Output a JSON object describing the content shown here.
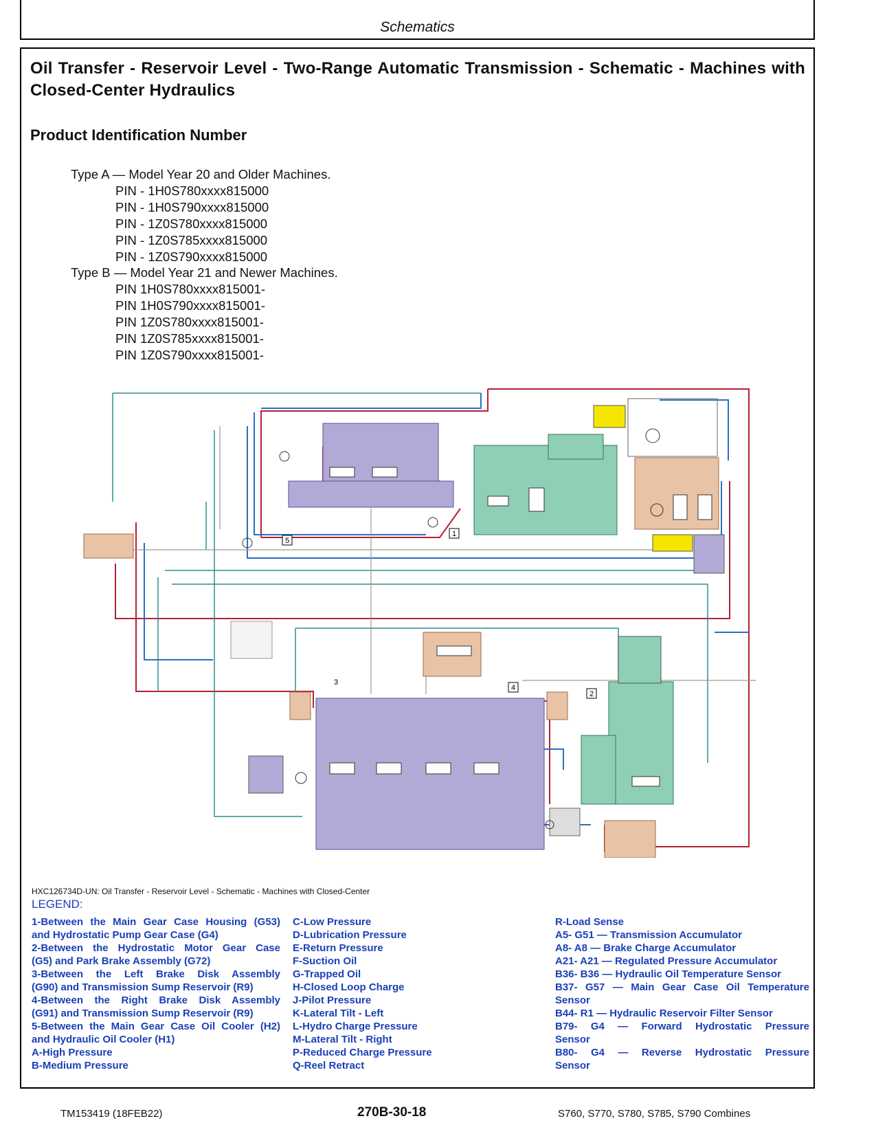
{
  "header": {
    "title": "Schematics"
  },
  "doc_title": "Oil Transfer - Reservoir Level - Two-Range Automatic Transmission - Schematic - Machines with Closed-Center Hydraulics",
  "section_title": "Product Identification Number",
  "pin_groups": [
    {
      "type": "Type A — Model Year 20 and Older Machines.",
      "pins": [
        "PIN - 1H0S780xxxx815000",
        "PIN - 1H0S790xxxx815000",
        "PIN - 1Z0S780xxxx815000",
        "PIN - 1Z0S785xxxx815000",
        "PIN - 1Z0S790xxxx815000"
      ]
    },
    {
      "type": "Type B — Model Year 21 and Newer Machines.",
      "pins": [
        "PIN 1H0S780xxxx815001-",
        "PIN 1H0S790xxxx815001-",
        "PIN 1Z0S780xxxx815001-",
        "PIN 1Z0S785xxxx815001-",
        "PIN 1Z0S790xxxx815001-"
      ]
    }
  ],
  "schematic": {
    "callouts": [
      "1",
      "2",
      "3",
      "4",
      "5"
    ],
    "colors": {
      "purple": "#b2aad6",
      "green": "#8fcfb5",
      "tan": "#e9c3a5",
      "red": "#b51f35",
      "blue": "#2a6fbf",
      "teal": "#2f8f8f",
      "gray": "#9a9a9a",
      "orange": "#d9822b",
      "yellow": "#f5e600"
    }
  },
  "caption": "HXC126734D-UN: Oil Transfer - Reservoir Level - Schematic - Machines with Closed-Center",
  "legend": {
    "title": "LEGEND:",
    "col1": [
      "1-Between the Main Gear Case Housing (G53)",
      "and Hydrostatic Pump Gear Case (G4)",
      "2-Between the Hydrostatic Motor Gear Case",
      "(G5) and Park Brake Assembly (G72)",
      "3-Between the Left Brake Disk Assembly",
      "(G90) and Transmission Sump Reservoir (R9)",
      "4-Between the Right Brake Disk Assembly",
      "(G91) and Transmission Sump Reservoir (R9)",
      "5-Between the Main Gear Case Oil Cooler (H2)",
      "and Hydraulic Oil Cooler (H1)",
      "A-High Pressure",
      "B-Medium Pressure"
    ],
    "col2": [
      "C-Low Pressure",
      "D-Lubrication Pressure",
      "E-Return Pressure",
      "F-Suction Oil",
      "G-Trapped Oil",
      "H-Closed Loop Charge",
      "J-Pilot Pressure",
      "K-Lateral Tilt - Left",
      "L-Hydro Charge Pressure",
      "M-Lateral Tilt - Right",
      "P-Reduced Charge Pressure",
      "Q-Reel Retract"
    ],
    "col3": [
      "R-Load Sense",
      "A5- G51 — Transmission Accumulator",
      "A8- A8 — Brake Charge Accumulator",
      "A21- A21 — Regulated Pressure Accumulator",
      "B36- B36 — Hydraulic Oil Temperature Sensor",
      "B37- G57 — Main Gear Case Oil Temperature",
      "Sensor",
      "B44- R1 — Hydraulic Reservoir Filter Sensor",
      "B79- G4 — Forward Hydrostatic Pressure",
      "Sensor",
      "B80- G4 — Reverse Hydrostatic Pressure",
      "Sensor"
    ]
  },
  "footer": {
    "left": "TM153419 (18FEB22)",
    "center": "270B-30-18",
    "right": "S760, S770, S780, S785, S790 Combines"
  }
}
